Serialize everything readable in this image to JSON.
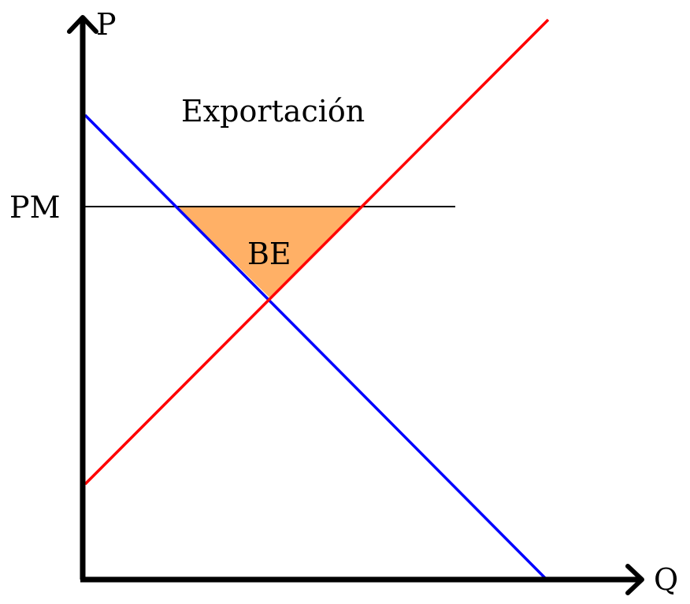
{
  "diagram": {
    "axes": {
      "y_label": "P",
      "x_label": "Q"
    },
    "price_label": "PM",
    "region_label": "Exportación",
    "surplus_label": "BE",
    "colors": {
      "demand": "#0000ff",
      "supply": "#ff0000",
      "surplus_fill": "#ffb066",
      "axis": "#000000",
      "price_line": "#000000"
    }
  }
}
